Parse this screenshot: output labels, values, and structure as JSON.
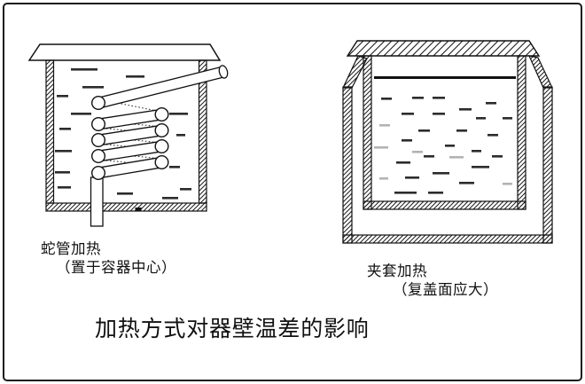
{
  "figure": {
    "title": "加热方式对器壁温差的影响",
    "left": {
      "caption": "蛇管加热",
      "note": "（置于容器中心）"
    },
    "right": {
      "caption": "夹套加热",
      "note": "（复盖面应大）"
    }
  },
  "colors": {
    "line": "#1a1a1a",
    "dash_dark": "#2c2c2c",
    "dash_light": "#b3b3b3",
    "background": "#ffffff"
  },
  "liquid_dashes": {
    "left_vessel": [
      [
        80,
        77,
        30
      ],
      [
        142,
        85,
        21
      ],
      [
        93,
        97,
        24
      ],
      [
        64,
        107,
        13
      ],
      [
        80,
        127,
        23
      ],
      [
        191,
        127,
        21
      ],
      [
        67,
        144,
        13
      ],
      [
        199,
        151,
        10
      ],
      [
        62,
        169,
        19
      ],
      [
        191,
        187,
        12
      ],
      [
        62,
        193,
        17
      ],
      [
        65,
        210,
        15
      ],
      [
        203,
        212,
        13
      ],
      [
        132,
        217,
        18
      ],
      [
        183,
        222,
        18
      ]
    ],
    "right_vessel_dark": [
      [
        430,
        110,
        12
      ],
      [
        465,
        109,
        13
      ],
      [
        488,
        109,
        14
      ],
      [
        548,
        115,
        12
      ],
      [
        518,
        122,
        14
      ],
      [
        453,
        127,
        14
      ],
      [
        488,
        127,
        14
      ],
      [
        537,
        132,
        11
      ],
      [
        567,
        132,
        11
      ],
      [
        472,
        146,
        13
      ],
      [
        515,
        146,
        12
      ],
      [
        550,
        151,
        12
      ],
      [
        453,
        157,
        12
      ],
      [
        502,
        163,
        11
      ],
      [
        532,
        169,
        11
      ],
      [
        478,
        175,
        12
      ],
      [
        555,
        175,
        12
      ],
      [
        447,
        182,
        16
      ],
      [
        532,
        187,
        20
      ],
      [
        488,
        194,
        19
      ],
      [
        457,
        199,
        16
      ],
      [
        518,
        205,
        17
      ],
      [
        445,
        216,
        25
      ],
      [
        483,
        216,
        17
      ]
    ],
    "right_vessel_light": [
      [
        428,
        140,
        12
      ],
      [
        422,
        165,
        16
      ],
      [
        465,
        170,
        12
      ],
      [
        507,
        176,
        16
      ],
      [
        428,
        200,
        10
      ],
      [
        567,
        206,
        11
      ]
    ]
  }
}
